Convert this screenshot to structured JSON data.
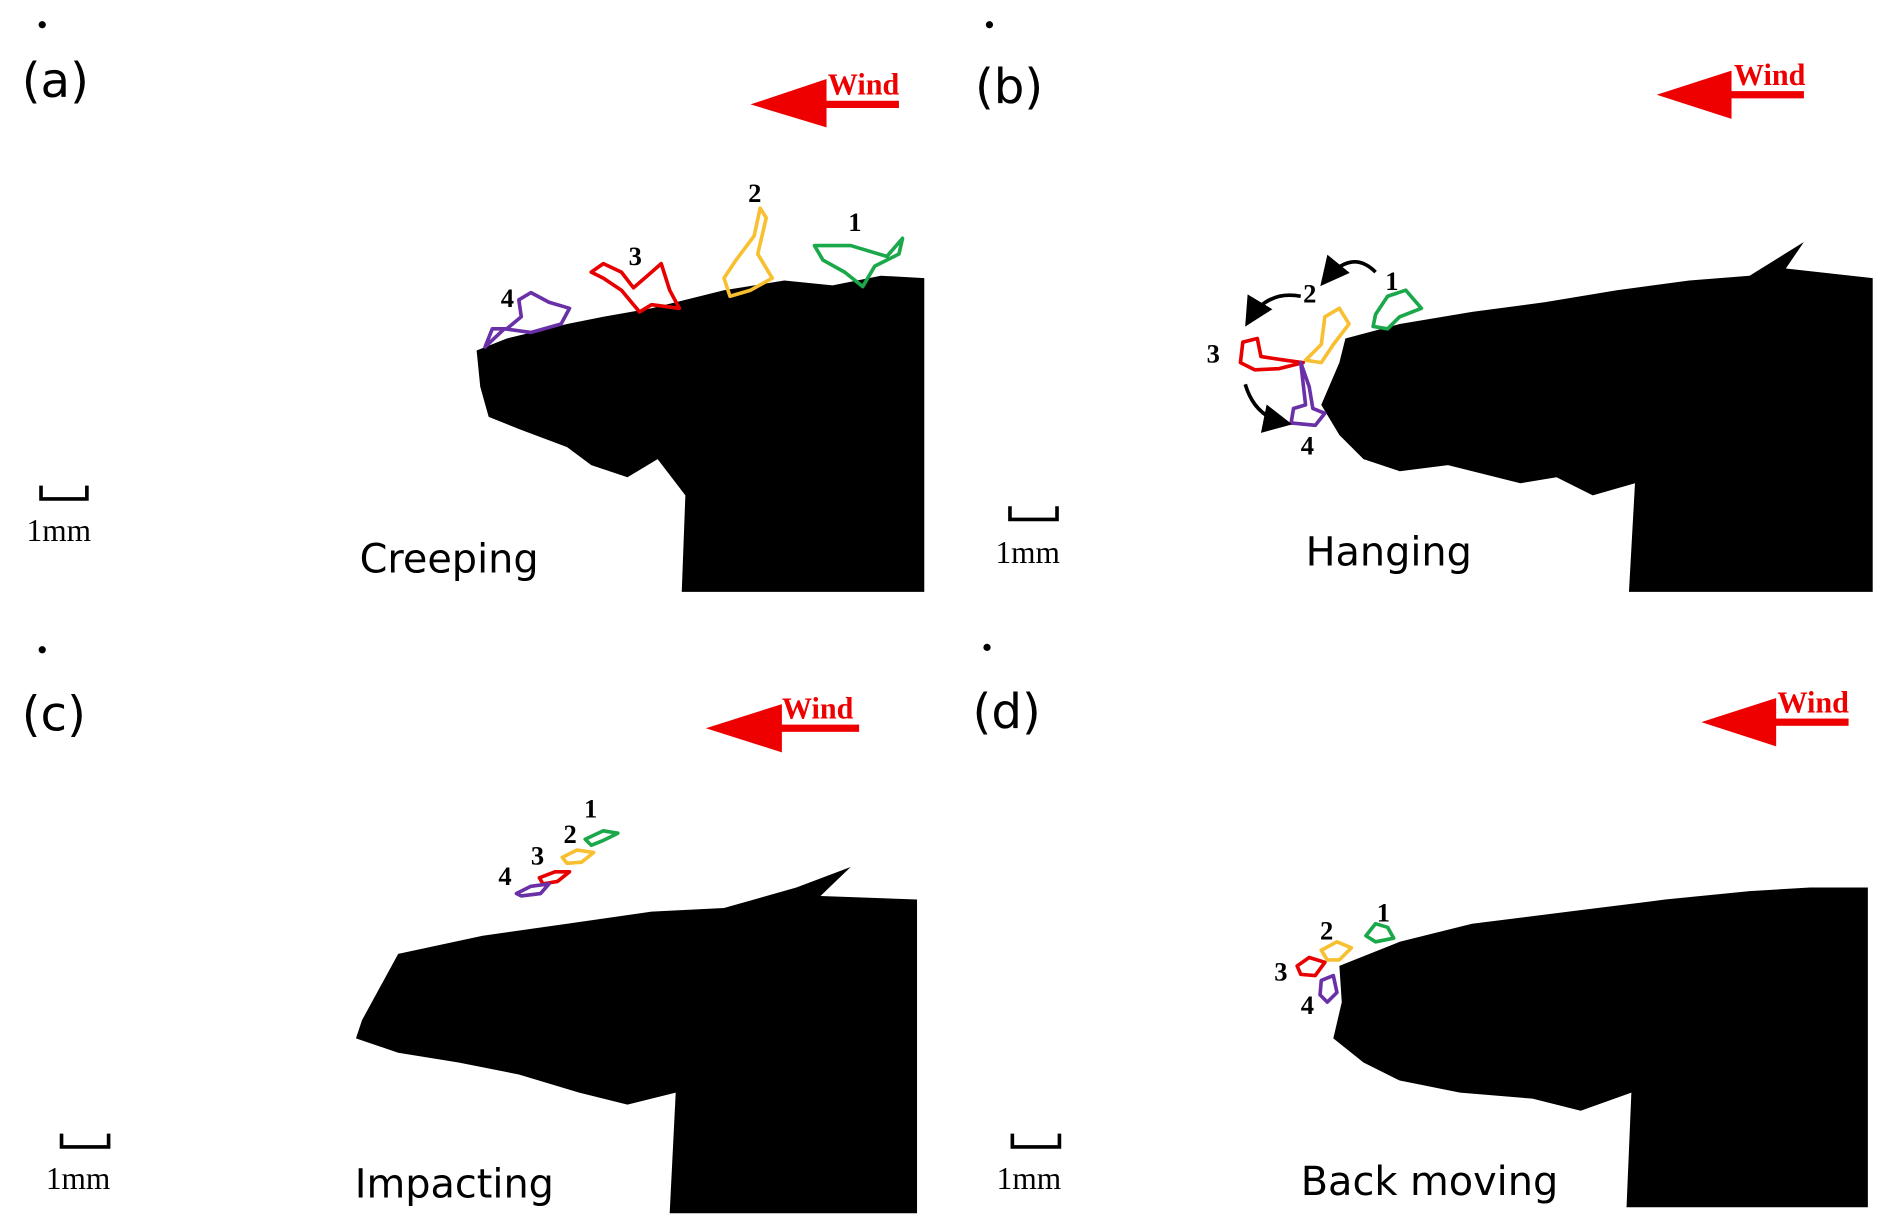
{
  "wind_label": "Wind",
  "scale_label": "1mm",
  "colors": {
    "arrow": "#ee0000",
    "p1": "#1aa84a",
    "p2": "#f8c030",
    "p3": "#e80000",
    "p4": "#6a30a8"
  },
  "particle_numbers": [
    "1",
    "2",
    "3",
    "4"
  ],
  "panels": [
    {
      "label": "(a)",
      "caption": "Creeping"
    },
    {
      "label": "(b)",
      "caption": "Hanging"
    },
    {
      "label": "(c)",
      "caption": "Impacting"
    },
    {
      "label": "(d)",
      "caption": "Back moving"
    }
  ]
}
